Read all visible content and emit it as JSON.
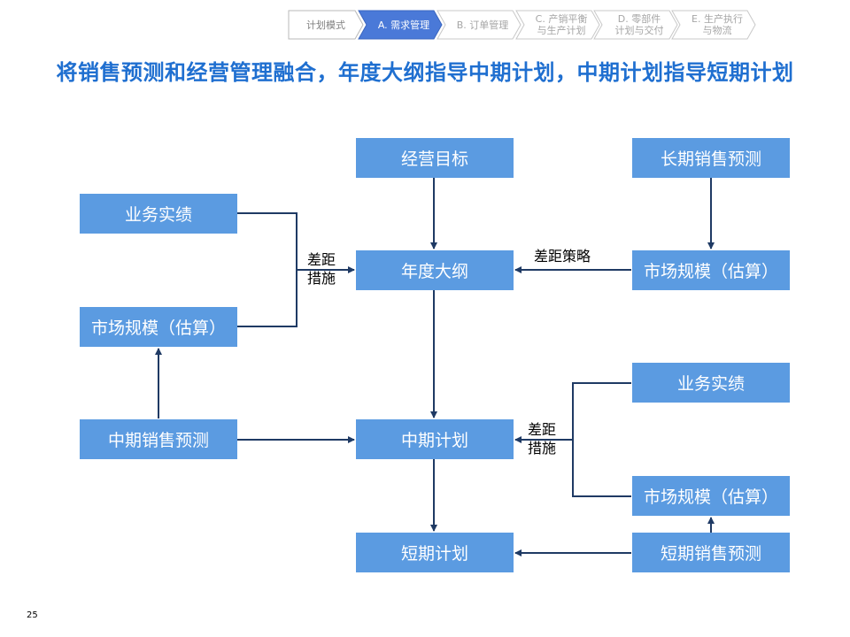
{
  "nav": {
    "steps": [
      {
        "label": "计划模式",
        "state": "default"
      },
      {
        "label": "A. 需求管理",
        "state": "active"
      },
      {
        "label": "B. 订单管理",
        "state": "inactive"
      },
      {
        "label": "C. 产销平衡\n与生产计划",
        "state": "inactive"
      },
      {
        "label": "D. 零部件\n计划与交付",
        "state": "inactive"
      },
      {
        "label": "E. 生产执行\n与物流",
        "state": "inactive"
      }
    ]
  },
  "title": "将销售预测和经营管理融合，年度大纲指导中期计划，中期计划指导短期计划",
  "diagram": {
    "center": {
      "business_goal": "经营目标",
      "annual_outline": "年度大纲",
      "mid_plan": "中期计划",
      "short_plan": "短期计划"
    },
    "left": {
      "actual_performance": "业务实绩",
      "market_size_est": "市场规模（估算）",
      "mid_sales_forecast": "中期销售预测"
    },
    "right": {
      "long_sales_forecast": "长期销售预测",
      "market_size_est_top": "市场规模（估算）",
      "actual_performance": "业务实绩",
      "market_size_est_bottom": "市场规模（估算）",
      "short_sales_forecast": "短期销售预测"
    },
    "notes": {
      "gap_measures_top": "差距\n措施",
      "gap_strategy": "差距策略",
      "gap_measures_bottom": "差距\n措施"
    }
  },
  "page_number": "25",
  "colors": {
    "node_fill": "#5b9be1",
    "title": "#1f6fd0",
    "nav_active": "#4a79d8",
    "connector": "#1f3a64"
  }
}
